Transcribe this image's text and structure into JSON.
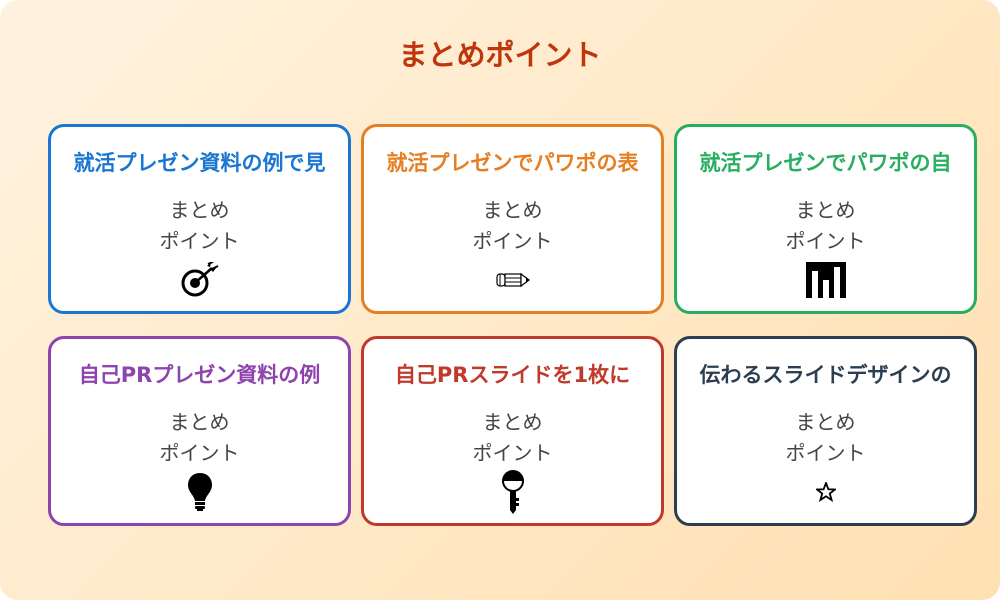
{
  "page": {
    "title": "まとめポイント",
    "title_color": "#bf360c",
    "background_gradient": [
      "#fff3e0",
      "#ffe0b2"
    ]
  },
  "cards": [
    {
      "title": "就活プレゼン資料の例で見",
      "line1": "まとめ",
      "line2": "ポイント",
      "icon": "target-arrow-icon",
      "color": "#1976d2"
    },
    {
      "title": "就活プレゼンでパワポの表",
      "line1": "まとめ",
      "line2": "ポイント",
      "icon": "pencil-icon",
      "color": "#e67e22"
    },
    {
      "title": "就活プレゼンでパワポの自",
      "line1": "まとめ",
      "line2": "ポイント",
      "icon": "bar-chart-icon",
      "color": "#27ae60"
    },
    {
      "title": "自己PRプレゼン資料の例",
      "line1": "まとめ",
      "line2": "ポイント",
      "icon": "lightbulb-icon",
      "color": "#8e44ad"
    },
    {
      "title": "自己PRスライドを1枚に",
      "line1": "まとめ",
      "line2": "ポイント",
      "icon": "key-icon",
      "color": "#c0392b"
    },
    {
      "title": "伝わるスライドデザインの",
      "line1": "まとめ",
      "line2": "ポイント",
      "icon": "star-icon",
      "color": "#2c3e50"
    }
  ]
}
